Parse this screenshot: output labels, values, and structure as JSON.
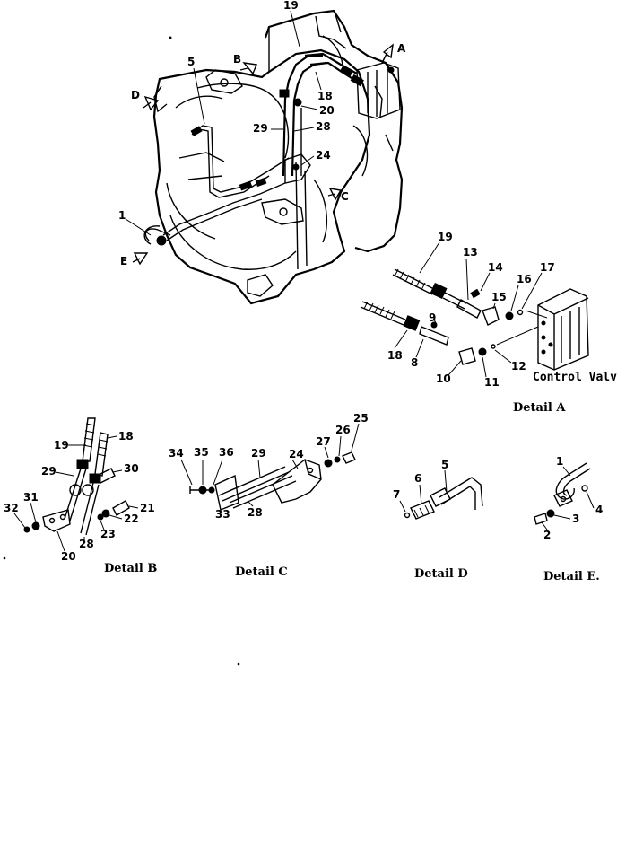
{
  "main_view": {
    "view_arrows": [
      "A",
      "B",
      "C",
      "D",
      "E"
    ],
    "callouts": [
      "19",
      "5",
      "18",
      "20",
      "29",
      "28",
      "24",
      "1"
    ]
  },
  "detail_a": {
    "callouts": [
      "19",
      "13",
      "14",
      "15",
      "16",
      "17",
      "9",
      "18",
      "8",
      "10",
      "11",
      "12"
    ],
    "component_label": "Control Valve",
    "caption": "Detail A"
  },
  "detail_b": {
    "callouts": [
      "19",
      "18",
      "29",
      "30",
      "31",
      "32",
      "21",
      "22",
      "23",
      "28",
      "20"
    ],
    "caption": "Detail B"
  },
  "detail_c": {
    "callouts": [
      "34",
      "35",
      "36",
      "29",
      "24",
      "27",
      "26",
      "25",
      "33",
      "28"
    ],
    "caption": "Detail C"
  },
  "detail_d": {
    "callouts": [
      "5",
      "6",
      "7"
    ],
    "caption": "Detail D"
  },
  "detail_e": {
    "callouts": [
      "1",
      "4",
      "3",
      "2"
    ],
    "caption": "Detail E."
  }
}
